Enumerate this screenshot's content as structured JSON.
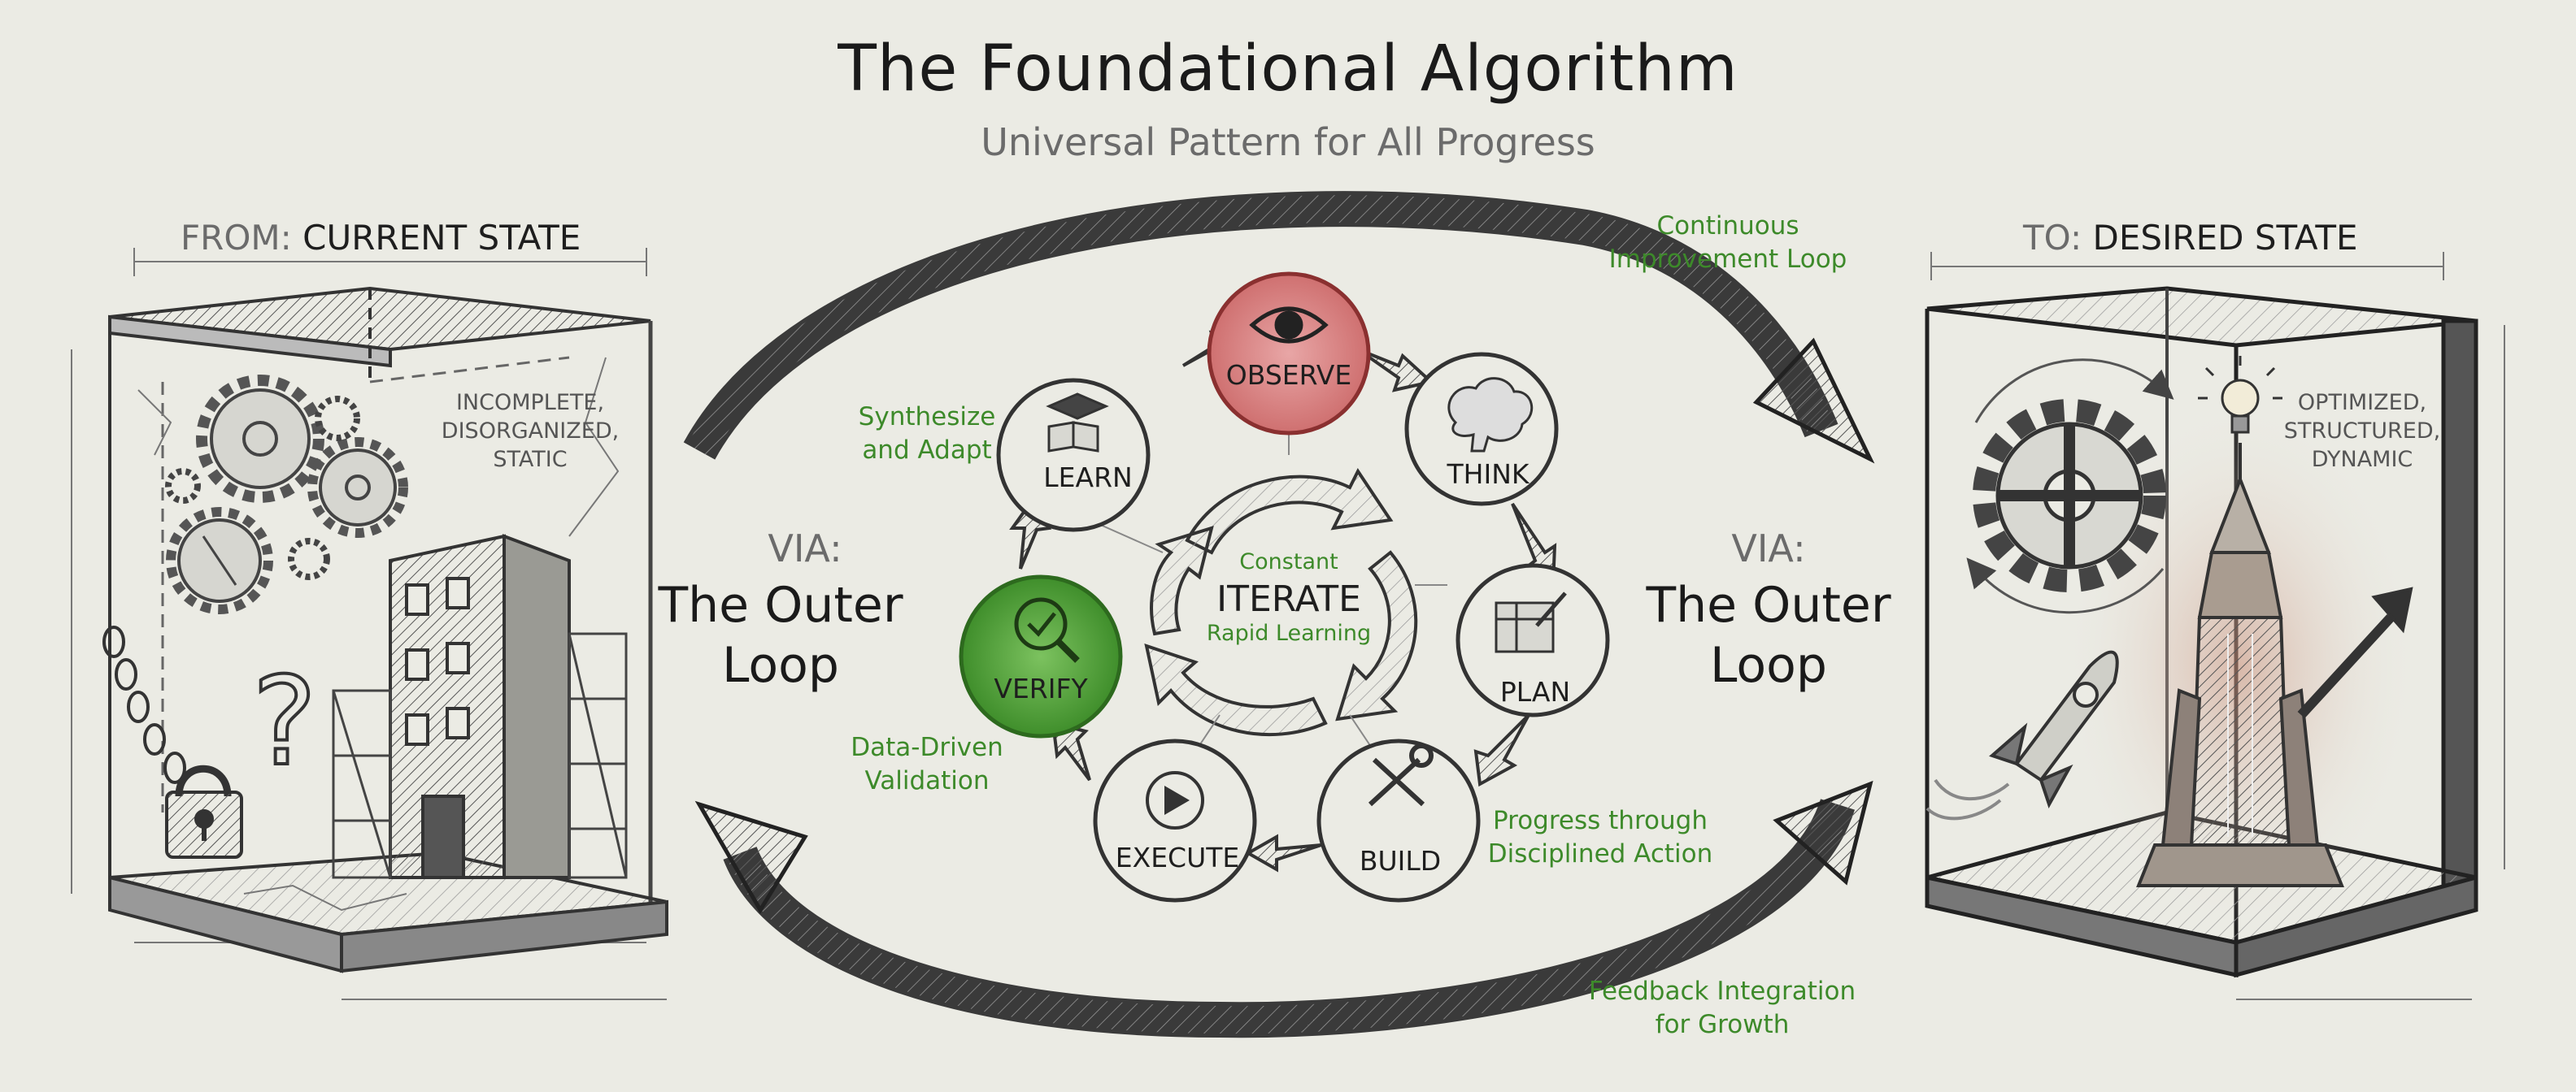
{
  "title": "The Foundational Algorithm",
  "subtitle": "Universal Pattern for All Progress",
  "from": {
    "prefix": "FROM:",
    "label": "CURRENT STATE",
    "description": [
      "INCOMPLETE,",
      "DISORGANIZED,",
      "STATIC"
    ]
  },
  "to": {
    "prefix": "TO:",
    "label": "DESIRED STATE",
    "description": [
      "OPTIMIZED,",
      "STRUCTURED,",
      "DYNAMIC"
    ]
  },
  "via_left": {
    "prefix": "VIA:",
    "label": [
      "The Outer",
      "Loop"
    ]
  },
  "via_right": {
    "prefix": "VIA:",
    "label": [
      "The Outer",
      "Loop"
    ]
  },
  "annotations": {
    "continuous": [
      "Continuous",
      "Improvement Loop"
    ],
    "synthesize": [
      "Synthesize",
      "and Adapt"
    ],
    "data_driven": [
      "Data-Driven",
      "Validation"
    ],
    "progress": [
      "Progress through",
      "Disciplined Action"
    ],
    "feedback": [
      "Feedback Integration",
      "for Growth"
    ]
  },
  "cycle": {
    "nodes": [
      {
        "label": "OBSERVE",
        "icon": "eye-icon",
        "highlight": "red"
      },
      {
        "label": "THINK",
        "icon": "brain-icon"
      },
      {
        "label": "PLAN",
        "icon": "blueprint-icon"
      },
      {
        "label": "BUILD",
        "icon": "tools-icon"
      },
      {
        "label": "EXECUTE",
        "icon": "play-icon"
      },
      {
        "label": "VERIFY",
        "icon": "magnifier-check-icon",
        "highlight": "green"
      },
      {
        "label": "LEARN",
        "icon": "graduation-book-icon"
      }
    ],
    "center": {
      "top": "Constant",
      "main": "ITERATE",
      "bottom": "Rapid Learning"
    }
  },
  "colors": {
    "accent_green": "#3d8a2a",
    "observe_red": "#d98a8a",
    "verify_green": "#4f9a3a",
    "background": "#ebebe4"
  }
}
